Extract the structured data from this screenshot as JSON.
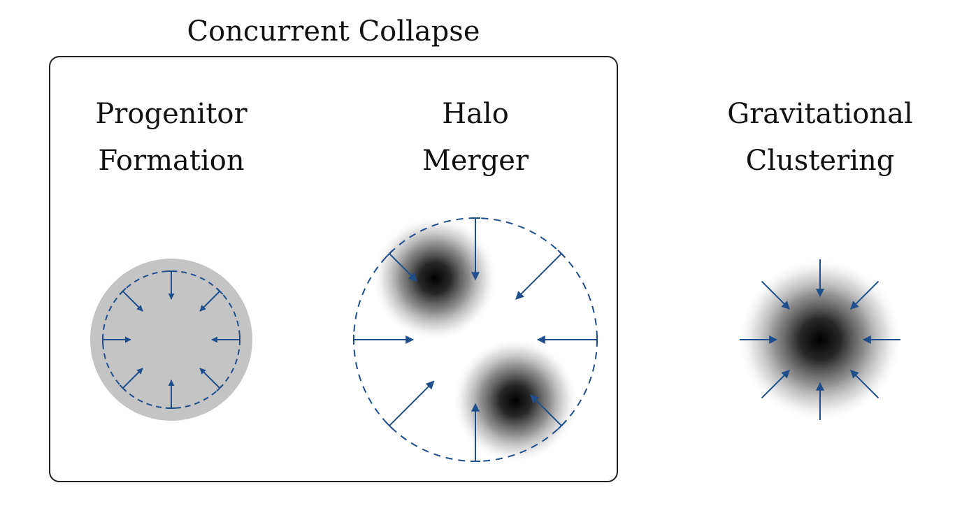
{
  "title": "Concurrent Collapse",
  "panels": [
    {
      "line1": "Progenitor",
      "line2": "Formation"
    },
    {
      "line1": "Halo",
      "line2": "Merger"
    },
    {
      "line1": "Gravitational",
      "line2": "Clustering"
    }
  ],
  "colors": {
    "arrow": "#1f4e8c",
    "dashed_boundary": "#1f4e8c",
    "progenitor_fill": "#c4c4c4",
    "box_stroke": "#222222",
    "halo_core": "#000000"
  }
}
